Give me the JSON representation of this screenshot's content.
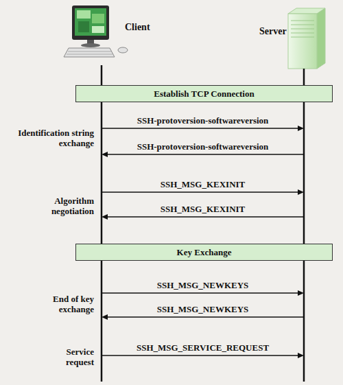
{
  "diagram": {
    "nodes": [
      {
        "text": [
          "Client"
        ]
      },
      {
        "text": [
          "Server"
        ]
      },
      {
        "text": [
          "Establish TCP Connection"
        ]
      },
      {
        "text": [
          "Key Exchange"
        ]
      }
    ],
    "edges": [
      {
        "from": 0,
        "to": 1,
        "arrow": "to",
        "label": "SSH-protoversion-softwareversion"
      },
      {
        "from": 1,
        "to": 0,
        "arrow": "to",
        "label": "SSH-protoversion-softwareversion"
      },
      {
        "from": 0,
        "to": 1,
        "arrow": "to",
        "label": "SSH_MSG_KEXINIT"
      },
      {
        "from": 1,
        "to": 0,
        "arrow": "to",
        "label": "SSH_MSG_KEXINIT"
      },
      {
        "from": 0,
        "to": 1,
        "arrow": "to",
        "label": "SSH_MSG_NEWKEYS"
      },
      {
        "from": 1,
        "to": 0,
        "arrow": "to",
        "label": "SSH_MSG_NEWKEYS"
      },
      {
        "from": 0,
        "to": 1,
        "arrow": "to",
        "label": "SSH_MSG_SERVICE_REQUEST"
      }
    ],
    "labels": [
      "Identification string exchange",
      "Algorithm negotiation",
      "End of key exchange",
      "Service request"
    ]
  }
}
